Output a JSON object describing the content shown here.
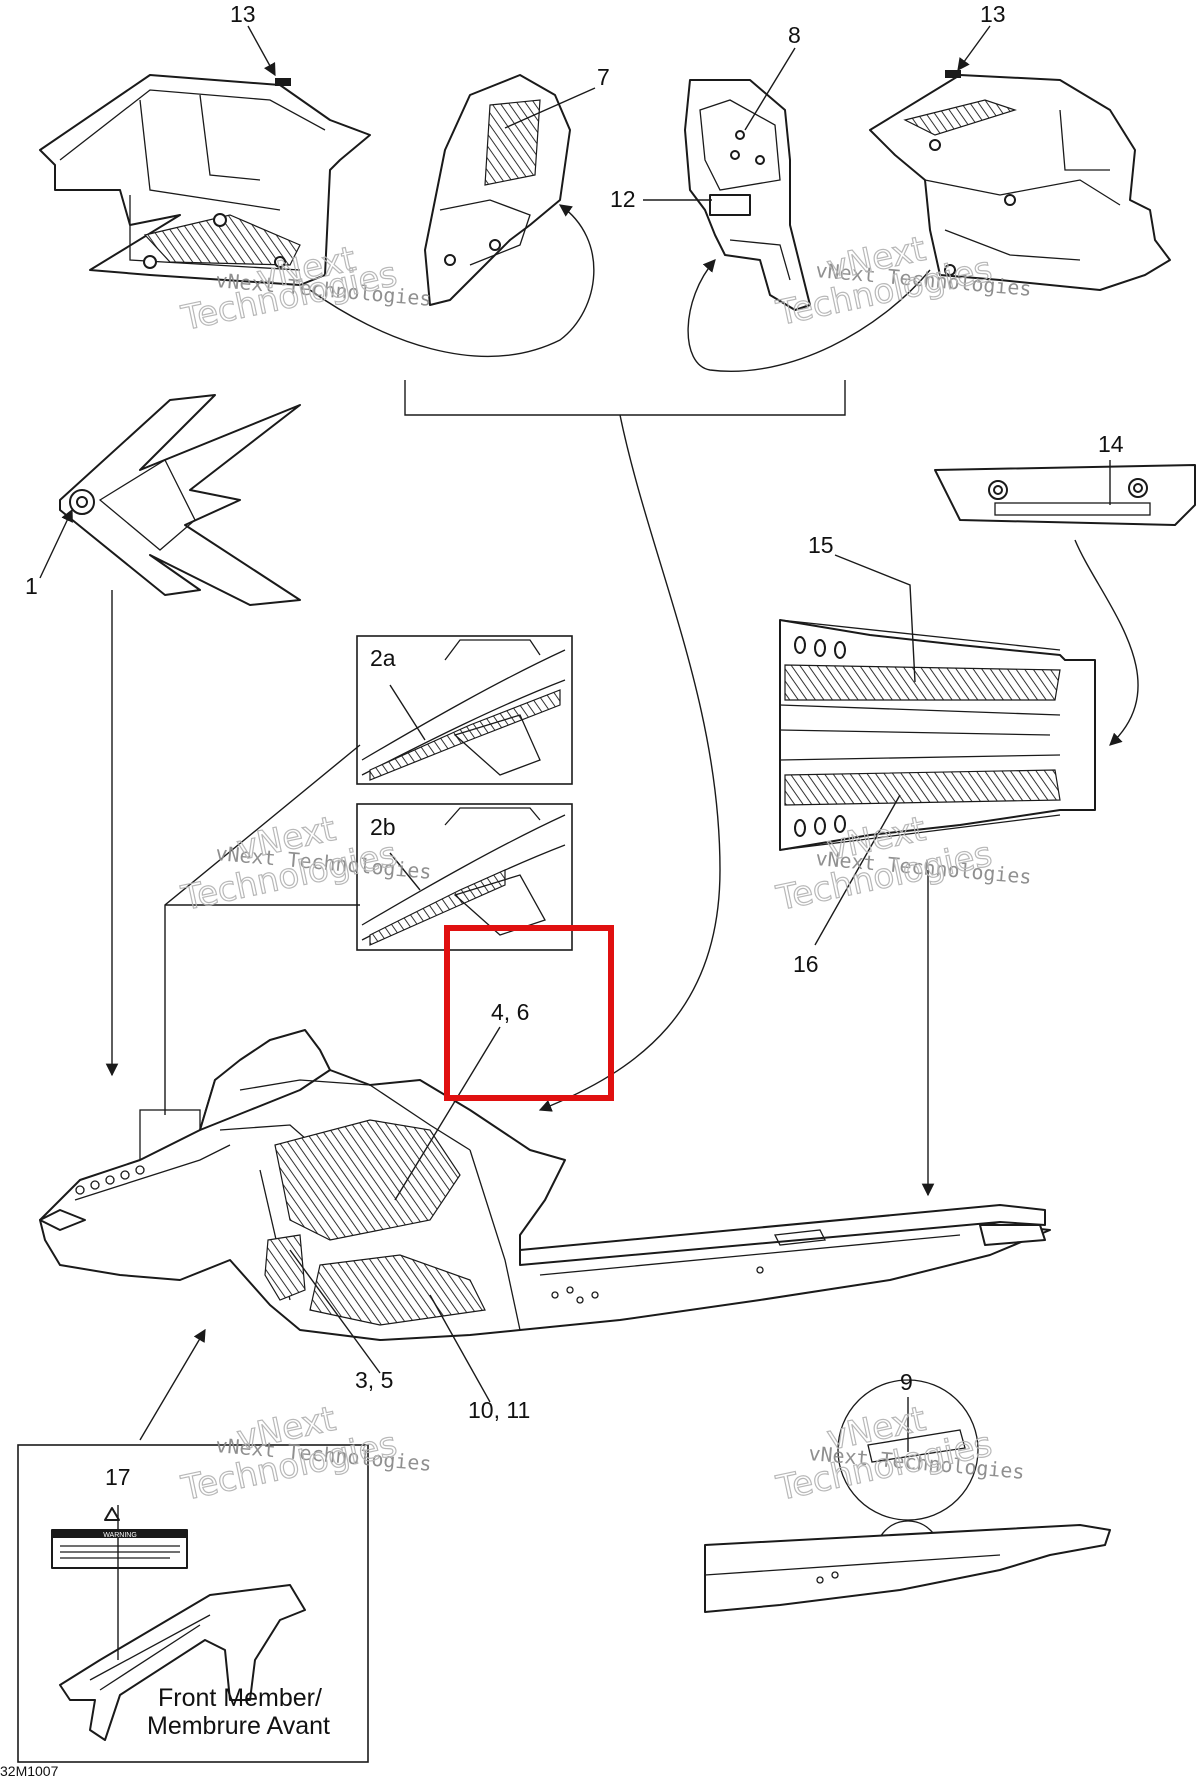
{
  "callouts": {
    "c1": "1",
    "c2a": "2a",
    "c2b": "2b",
    "c3_5": "3, 5",
    "c4_6": "4, 6",
    "c7": "7",
    "c8": "8",
    "c9": "9",
    "c10_11": "10, 11",
    "c12": "12",
    "c13_left": "13",
    "c13_right": "13",
    "c14": "14",
    "c15": "15",
    "c16": "16",
    "c17": "17"
  },
  "inset_caption": {
    "line1": "Front Member/",
    "line2": "Membrure Avant"
  },
  "warning_label": {
    "title": "WARNING"
  },
  "drawing_code": "32M1007",
  "watermark": {
    "line1": "vNext Technologies",
    "big1": "vNext",
    "big2": "Technologies"
  },
  "colors": {
    "highlight": "#e01010",
    "line": "#1a1a1a",
    "watermark": "#b5b5b5"
  }
}
